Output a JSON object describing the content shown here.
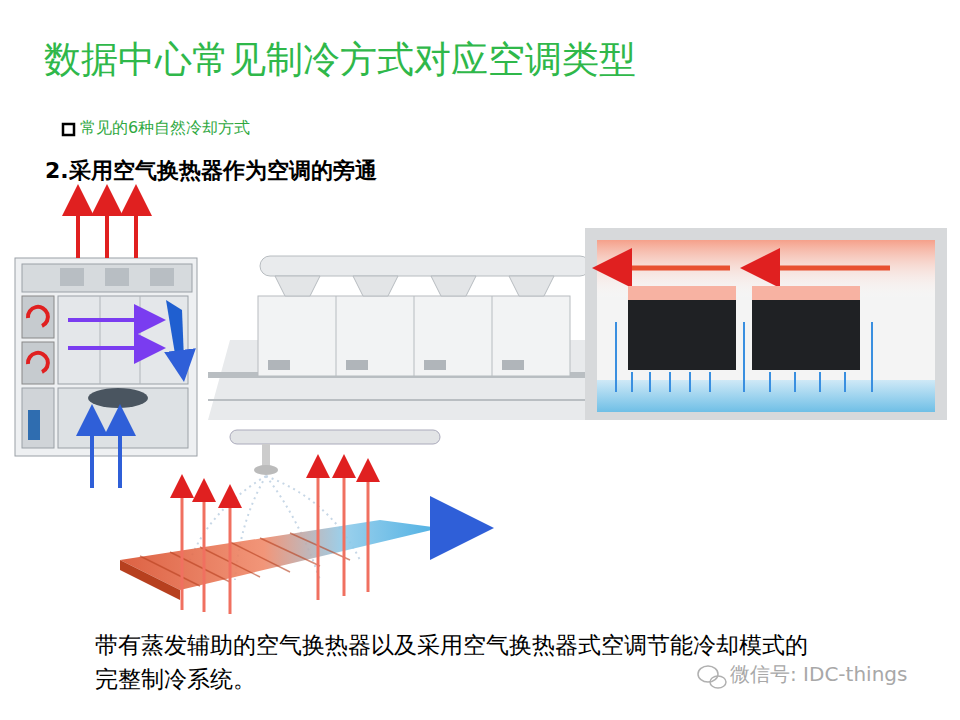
{
  "diagram": {
    "title": "数据中心常见制冷方式对应空调类型",
    "caption": "带有蒸发辅助的空气换热器以及采用空气换热器式空调节能冷却模式的完整制冷系统。",
    "labels": [
      "常见的6种自然冷却方式",
      "2.采用空气换热器作为空调的旁通",
      "微信号: IDC-things"
    ]
  }
}
